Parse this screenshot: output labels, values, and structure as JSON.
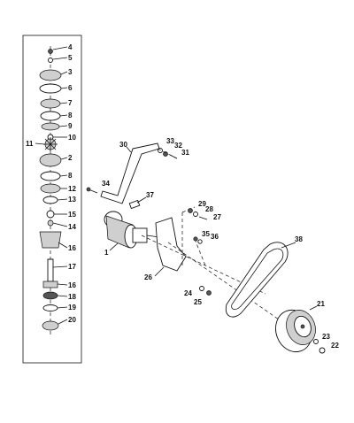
{
  "diagram": {
    "callouts": [
      {
        "id": "c4",
        "text": "4"
      },
      {
        "id": "c5",
        "text": "5"
      },
      {
        "id": "c3",
        "text": "3"
      },
      {
        "id": "c6",
        "text": "6"
      },
      {
        "id": "c7",
        "text": "7"
      },
      {
        "id": "c8a",
        "text": "8"
      },
      {
        "id": "c9",
        "text": "9"
      },
      {
        "id": "c10",
        "text": "10"
      },
      {
        "id": "c11",
        "text": "11"
      },
      {
        "id": "c2",
        "text": "2"
      },
      {
        "id": "c8b",
        "text": "8"
      },
      {
        "id": "c12",
        "text": "12"
      },
      {
        "id": "c13",
        "text": "13"
      },
      {
        "id": "c15",
        "text": "15"
      },
      {
        "id": "c14",
        "text": "14"
      },
      {
        "id": "c16a",
        "text": "16"
      },
      {
        "id": "c17",
        "text": "17"
      },
      {
        "id": "c16b",
        "text": "16"
      },
      {
        "id": "c18",
        "text": "18"
      },
      {
        "id": "c19",
        "text": "19"
      },
      {
        "id": "c20",
        "text": "20"
      },
      {
        "id": "c30",
        "text": "30"
      },
      {
        "id": "c33",
        "text": "33"
      },
      {
        "id": "c32",
        "text": "32"
      },
      {
        "id": "c31",
        "text": "31"
      },
      {
        "id": "c34",
        "text": "34"
      },
      {
        "id": "c37",
        "text": "37"
      },
      {
        "id": "c29",
        "text": "29"
      },
      {
        "id": "c28",
        "text": "28"
      },
      {
        "id": "c27",
        "text": "27"
      },
      {
        "id": "c35",
        "text": "35"
      },
      {
        "id": "c36",
        "text": "36"
      },
      {
        "id": "c38",
        "text": "38"
      },
      {
        "id": "c1",
        "text": "1"
      },
      {
        "id": "c26",
        "text": "26"
      },
      {
        "id": "c24",
        "text": "24"
      },
      {
        "id": "c25",
        "text": "25"
      },
      {
        "id": "c21",
        "text": "21"
      },
      {
        "id": "c23",
        "text": "23"
      },
      {
        "id": "c22",
        "text": "22"
      }
    ]
  }
}
